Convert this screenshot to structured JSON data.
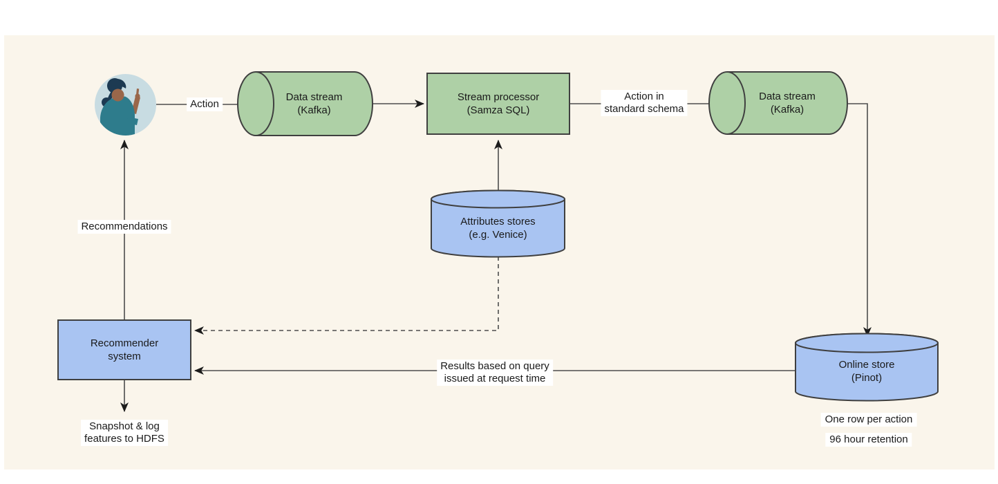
{
  "diagram": {
    "nodes": {
      "user": {
        "label": "",
        "shape": "person-avatar"
      },
      "kafka_in": {
        "label": "Data stream\n(Kafka)",
        "shape": "horizontal-cylinder",
        "fill": "#aed0a6"
      },
      "stream_processor": {
        "label": "Stream processor\n(Samza SQL)",
        "shape": "rectangle",
        "fill": "#aed0a6"
      },
      "kafka_out": {
        "label": "Data stream\n(Kafka)",
        "shape": "horizontal-cylinder",
        "fill": "#aed0a6"
      },
      "attributes_store": {
        "label": "Attributes stores\n(e.g. Venice)",
        "shape": "vertical-cylinder",
        "fill": "#a9c4f2"
      },
      "online_store": {
        "label": "Online store\n(Pinot)",
        "shape": "vertical-cylinder",
        "fill": "#a9c4f2"
      },
      "recommender": {
        "label": "Recommender\nsystem",
        "shape": "rectangle",
        "fill": "#a9c4f2"
      }
    },
    "edges": [
      {
        "from": "user",
        "to": "kafka_in",
        "label": "Action",
        "style": "solid"
      },
      {
        "from": "kafka_in",
        "to": "stream_processor",
        "label": "",
        "style": "solid"
      },
      {
        "from": "stream_processor",
        "to": "kafka_out",
        "label": "Action in\nstandard schema",
        "style": "solid"
      },
      {
        "from": "kafka_out",
        "to": "online_store",
        "label": "",
        "style": "solid"
      },
      {
        "from": "attributes_store",
        "to": "stream_processor",
        "label": "",
        "style": "solid"
      },
      {
        "from": "attributes_store",
        "to": "recommender",
        "label": "",
        "style": "dashed"
      },
      {
        "from": "online_store",
        "to": "recommender",
        "label": "Results based on query\nissued at request time",
        "style": "solid"
      },
      {
        "from": "recommender",
        "to": "user",
        "label": "Recommendations",
        "style": "solid"
      },
      {
        "from": "recommender",
        "to": "hdfs",
        "label": "Snapshot & log\nfeatures to HDFS",
        "style": "solid"
      }
    ],
    "annotations": {
      "one_row": "One row per action",
      "retention": "96 hour retention"
    },
    "colors": {
      "canvas_bg": "#faf5eb",
      "page_bg": "#ffffff",
      "green_fill": "#aed0a6",
      "blue_fill": "#a9c4f2",
      "shape_border": "#3f3f3f",
      "connector": "#4c4c4c",
      "text": "#1a1a1a",
      "avatar_bg": "#c8dce2",
      "avatar_jacket": "#2e7c8c",
      "avatar_hair": "#1d3a52",
      "avatar_skin": "#9a674a"
    }
  }
}
